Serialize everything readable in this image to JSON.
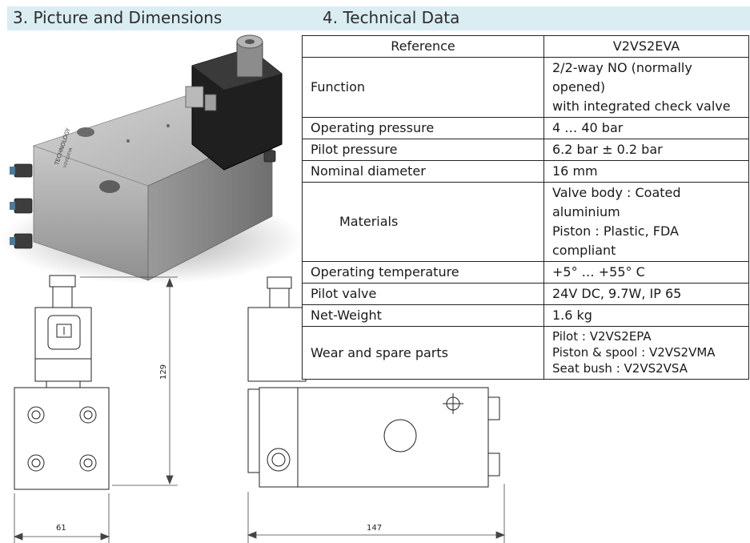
{
  "sections": {
    "pictures_title": "3. Picture and Dimensions",
    "technical_title": "4. Technical Data"
  },
  "product_labels": {
    "brand": "TECHNOLOGY",
    "model": "V2VS2EVA"
  },
  "table": {
    "reference_label": "Reference",
    "reference_value": "V2VS2EVA",
    "function_label": "Function",
    "function_value_line1": "2/2-way NO (normally opened)",
    "function_value_line2": "with integrated check valve",
    "operating_pressure_label": "Operating pressure",
    "operating_pressure_value": "4 … 40 bar",
    "pilot_pressure_label": "Pilot pressure",
    "pilot_pressure_value": "6.2 bar ± 0.2 bar",
    "nominal_diameter_label": "Nominal diameter",
    "nominal_diameter_value": "16 mm",
    "materials_label": "Materials",
    "materials_value_line1": "Valve body : Coated aluminium",
    "materials_value_line2": "Piston : Plastic, FDA compliant",
    "operating_temperature_label": "Operating temperature",
    "operating_temperature_value": "+5° … +55° C",
    "pilot_valve_label": "Pilot valve",
    "pilot_valve_value": "24V DC, 9.7W, IP 65",
    "net_weight_label": "Net-Weight",
    "net_weight_value": "1.6 kg",
    "spare_parts_label": "Wear and spare parts",
    "spare_parts_line1": "Pilot : V2VS2EPA",
    "spare_parts_line2": "Piston & spool : V2VS2VMA",
    "spare_parts_line3": "Seat bush : V2VS2VSA"
  },
  "dimensions": {
    "height": "129",
    "width": "61",
    "length": "147"
  }
}
